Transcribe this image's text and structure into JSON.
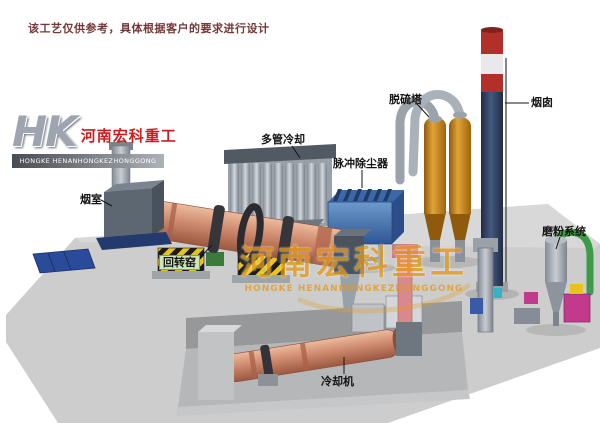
{
  "disclaimer": "该工艺仅供参考，具体根据客户的要求进行设计",
  "logo": {
    "monogram": "HK",
    "name": "河南宏科重工",
    "subtitle": "HONGKE HENANHONGKEZHONGGONG"
  },
  "watermark": {
    "name": "河南宏科重工",
    "subtitle": "HONGKE HENANHONGKEZHONGGONG"
  },
  "equipment_labels": [
    {
      "id": "smoke-chamber",
      "text": "烟室"
    },
    {
      "id": "rotary-kiln",
      "text": "回转窑"
    },
    {
      "id": "multi-tube-cooling",
      "text": "多管冷却"
    },
    {
      "id": "pulse-dust-collector",
      "text": "脉冲除尘器"
    },
    {
      "id": "desulfurization-tower",
      "text": "脱硫塔"
    },
    {
      "id": "chimney",
      "text": "烟囱"
    },
    {
      "id": "grinding-system",
      "text": "磨粉系统"
    },
    {
      "id": "cooling-machine",
      "text": "冷却机"
    }
  ],
  "colors": {
    "kiln_shell": "#cf8a6e",
    "dust_collector_blue": "#4f7cb8",
    "desulfurization_tower_amber": "#d1912a",
    "chimney_navy": "#2c3e60",
    "chimney_band_red": "#b23029",
    "ground_gray": "#cdcdcd",
    "hazard_yellow": "#e6c31f",
    "watermark_orange": "#e39b1c",
    "logo_red": "#c81414"
  }
}
